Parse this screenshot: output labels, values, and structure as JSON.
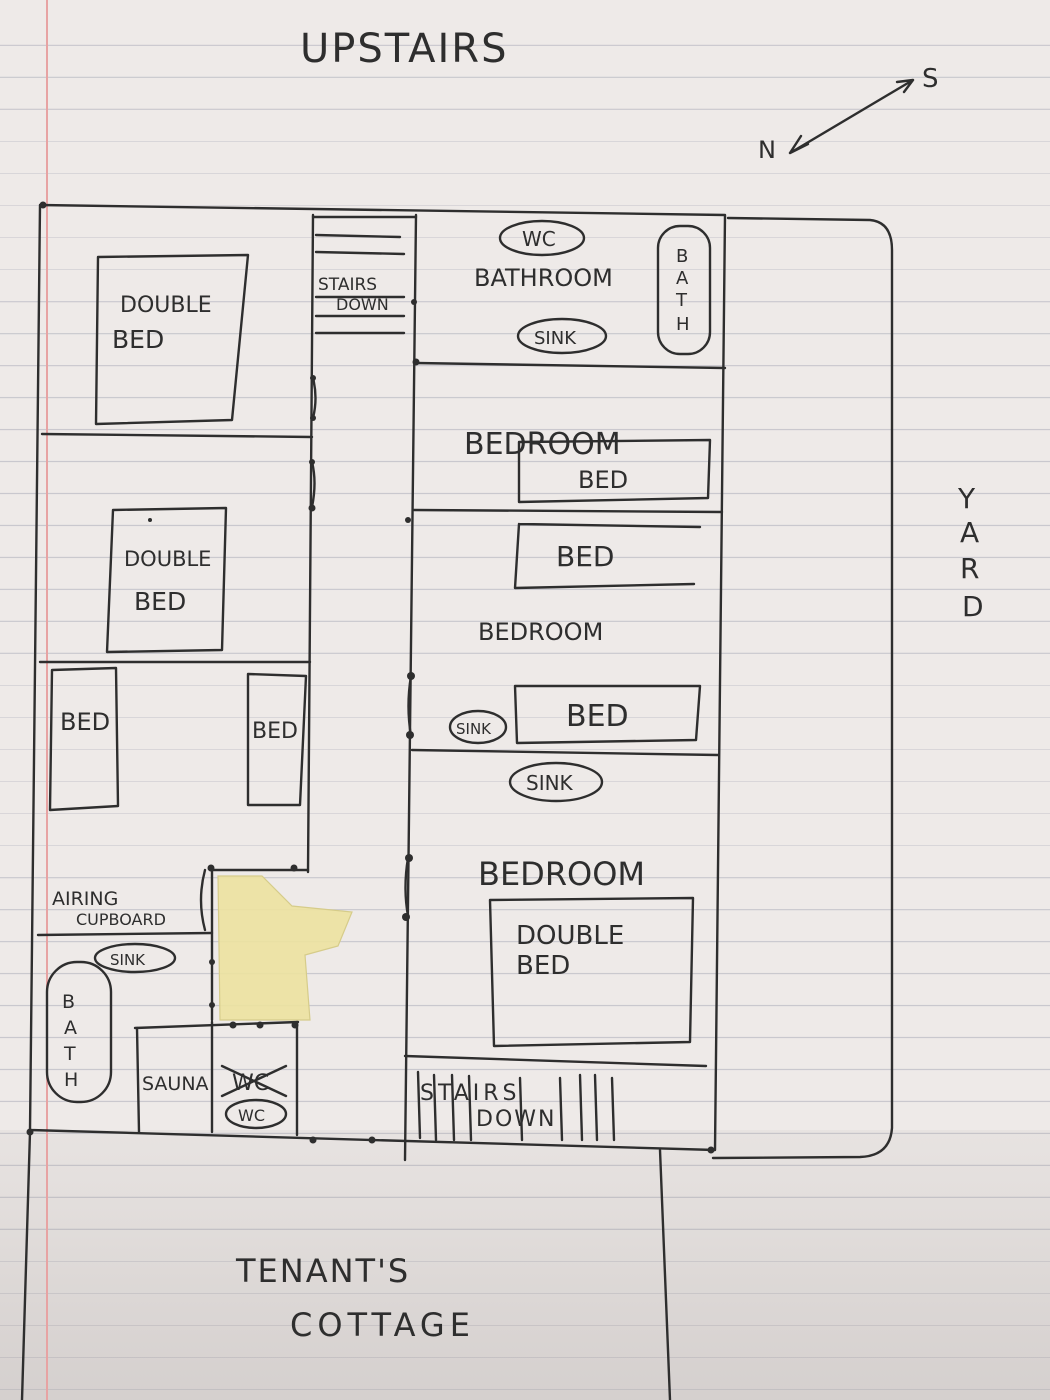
{
  "title": "UPSTAIRS",
  "compass": {
    "north": "N",
    "south": "S"
  },
  "rooms": {
    "room1": {
      "bed": [
        "DOUBLE",
        "BED"
      ]
    },
    "room2": {
      "bed": [
        "DOUBLE",
        "BED"
      ]
    },
    "room3": {
      "bed_left": "BED",
      "bed_right": "BED"
    },
    "airing": [
      "AIRING",
      "CUPBOARD"
    ],
    "lower_bath": {
      "sink": "SINK",
      "bath": [
        "B",
        "A",
        "T",
        "H"
      ],
      "sauna": "SAUNA",
      "wc_crossed": "WC",
      "wc": "WC"
    },
    "stairs_top": [
      "STAIRS",
      "DOWN"
    ],
    "bathroom": {
      "title": "BATHROOM",
      "wc": "WC",
      "sink": "SINK",
      "bath": [
        "B",
        "A",
        "T",
        "H"
      ]
    },
    "bedroom_a": {
      "title": "BEDROOM",
      "bed": "BED"
    },
    "bedroom_b": {
      "title": "BEDROOM",
      "bed_top": "BED",
      "bed_bottom": "BED",
      "sink": "SINK"
    },
    "bedroom_c": {
      "sink": "SINK",
      "title": "BEDROOM",
      "bed": [
        "DOUBLE",
        "BED"
      ]
    },
    "stairs_bottom": [
      "STAIRS",
      "DOWN"
    ]
  },
  "yard": [
    "Y",
    "A",
    "R",
    "D"
  ],
  "cottage": [
    "TENANT'S",
    "COTTAGE"
  ],
  "colors": {
    "ink": "#2e2e2e",
    "tape": "#ece2a0",
    "paper": "#eeeae8",
    "rule": "#c9c8ce",
    "margin": "#e7a3a3"
  }
}
